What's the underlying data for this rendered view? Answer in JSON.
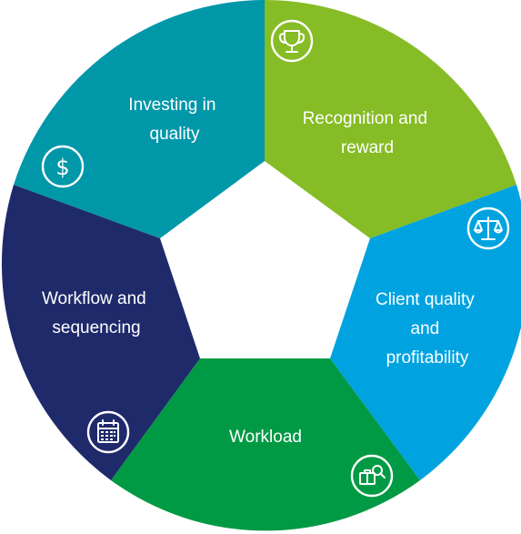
{
  "segments": [
    {
      "id": "recognition",
      "lines": [
        "Recognition and",
        "reward"
      ],
      "color": "#86bc25",
      "icon": "trophy-icon"
    },
    {
      "id": "client-quality",
      "lines": [
        "Client quality",
        "and",
        "profitability"
      ],
      "color": "#00a3e0",
      "icon": "scales-icon"
    },
    {
      "id": "workload",
      "lines": [
        "Workload"
      ],
      "color": "#009a44",
      "icon": "briefcase-search-icon"
    },
    {
      "id": "workflow",
      "lines": [
        "Workflow and",
        "sequencing"
      ],
      "color": "#1f2a6b",
      "icon": "calendar-icon"
    },
    {
      "id": "investing",
      "lines": [
        "Investing in",
        "quality"
      ],
      "color": "#0097a9",
      "icon": "dollar-icon"
    }
  ],
  "icons": {
    "dollar_glyph": "$"
  }
}
